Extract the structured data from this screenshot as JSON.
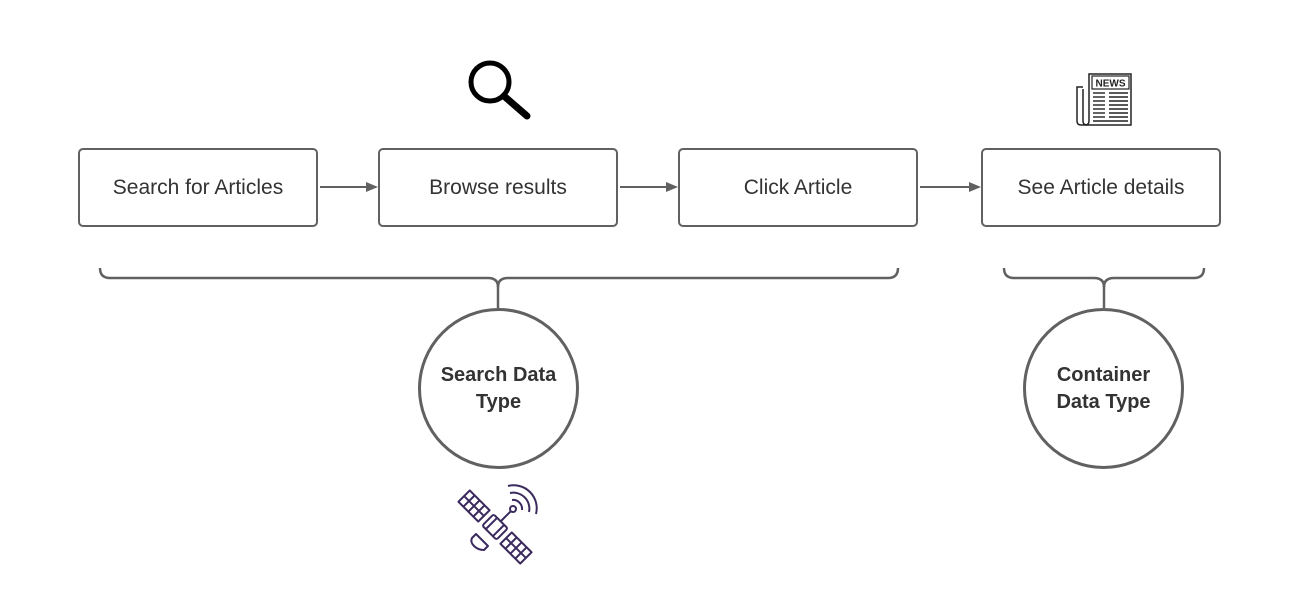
{
  "steps": [
    {
      "label": "Search for Articles"
    },
    {
      "label": "Browse results"
    },
    {
      "label": "Click Article"
    },
    {
      "label": "See Article details"
    }
  ],
  "types": [
    {
      "label": "Search Data Type"
    },
    {
      "label": "Container Data Type"
    }
  ],
  "icons": {
    "search": "magnifying-glass-icon",
    "news": "newspaper-icon",
    "satellite": "satellite-icon",
    "news_badge": "NEWS"
  },
  "colors": {
    "stroke": "#616161",
    "text": "#333333",
    "satellite": "#3a2a5e"
  }
}
